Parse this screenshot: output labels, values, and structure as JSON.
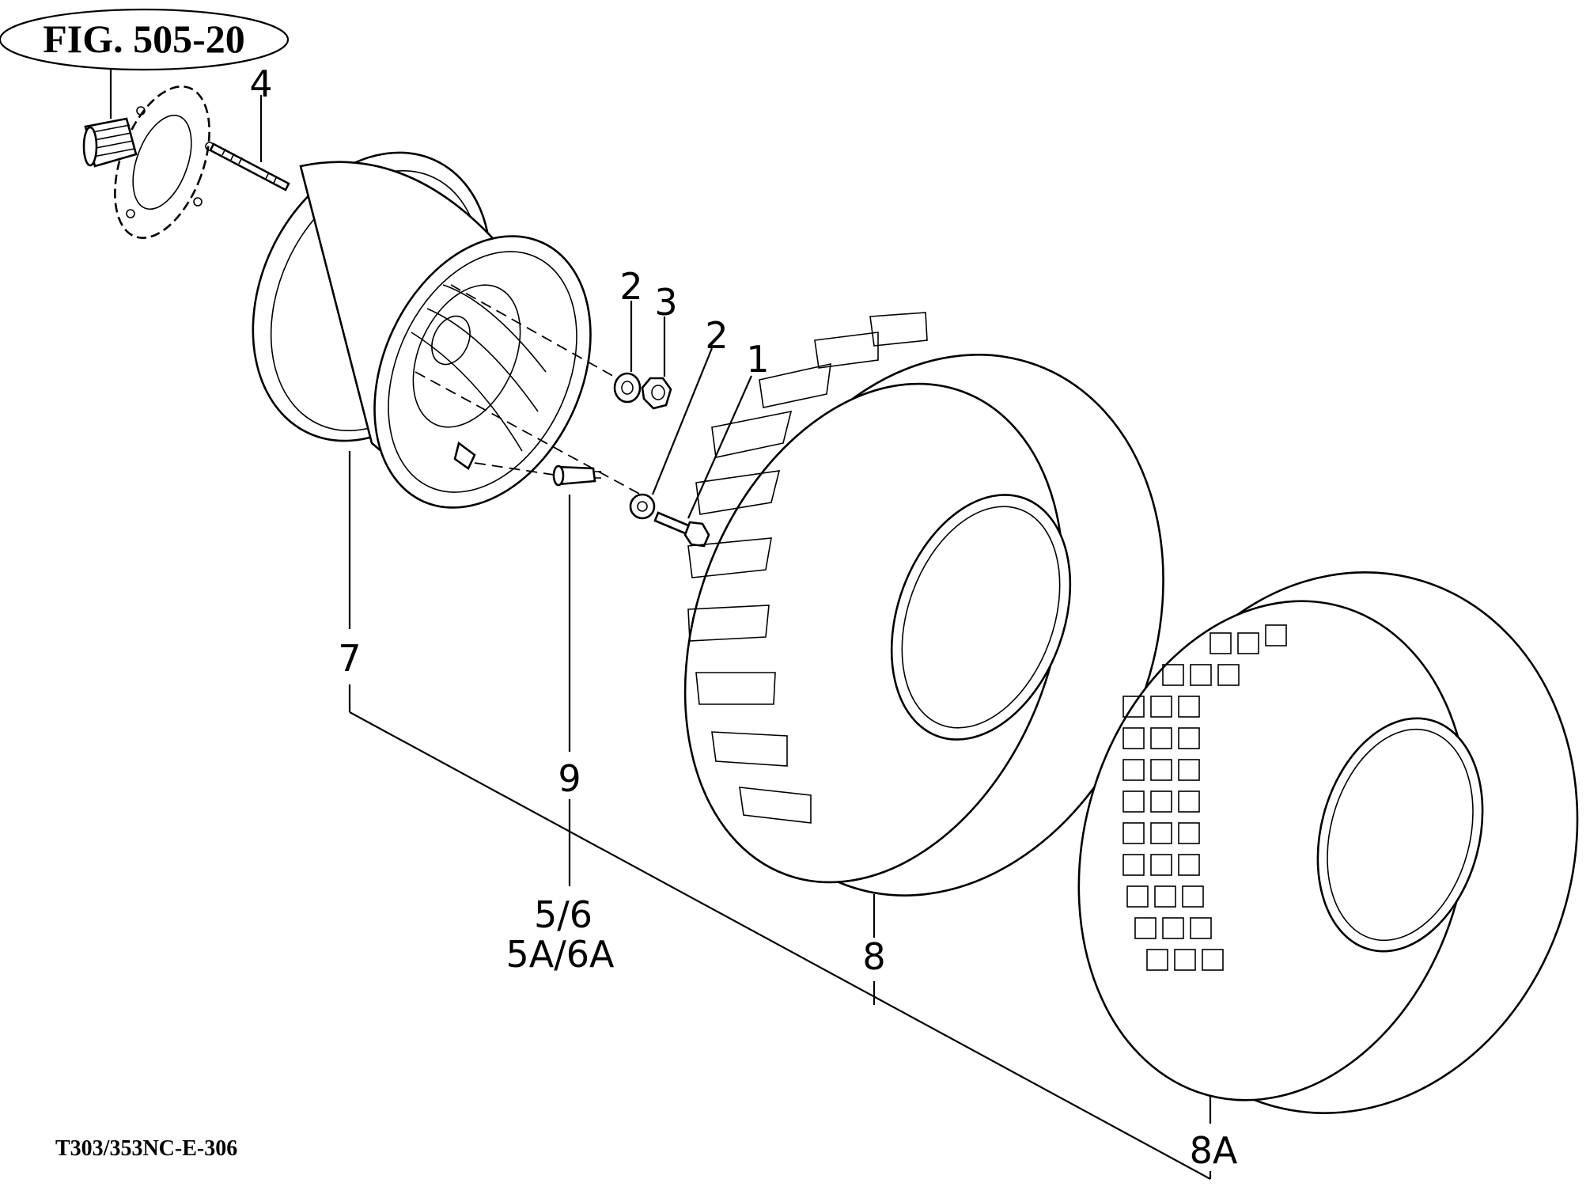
{
  "figure": {
    "title": "FIG. 505-20",
    "doc_ref": "T303/353NC-E-306"
  },
  "callouts": [
    {
      "id": "1",
      "label": "1"
    },
    {
      "id": "2a",
      "label": "2"
    },
    {
      "id": "2b",
      "label": "2"
    },
    {
      "id": "3",
      "label": "3"
    },
    {
      "id": "4",
      "label": "4"
    },
    {
      "id": "56",
      "label": "5/6"
    },
    {
      "id": "56a",
      "label": "5A/6A"
    },
    {
      "id": "7",
      "label": "7"
    },
    {
      "id": "8",
      "label": "8"
    },
    {
      "id": "8a",
      "label": "8A"
    },
    {
      "id": "9",
      "label": "9"
    }
  ]
}
